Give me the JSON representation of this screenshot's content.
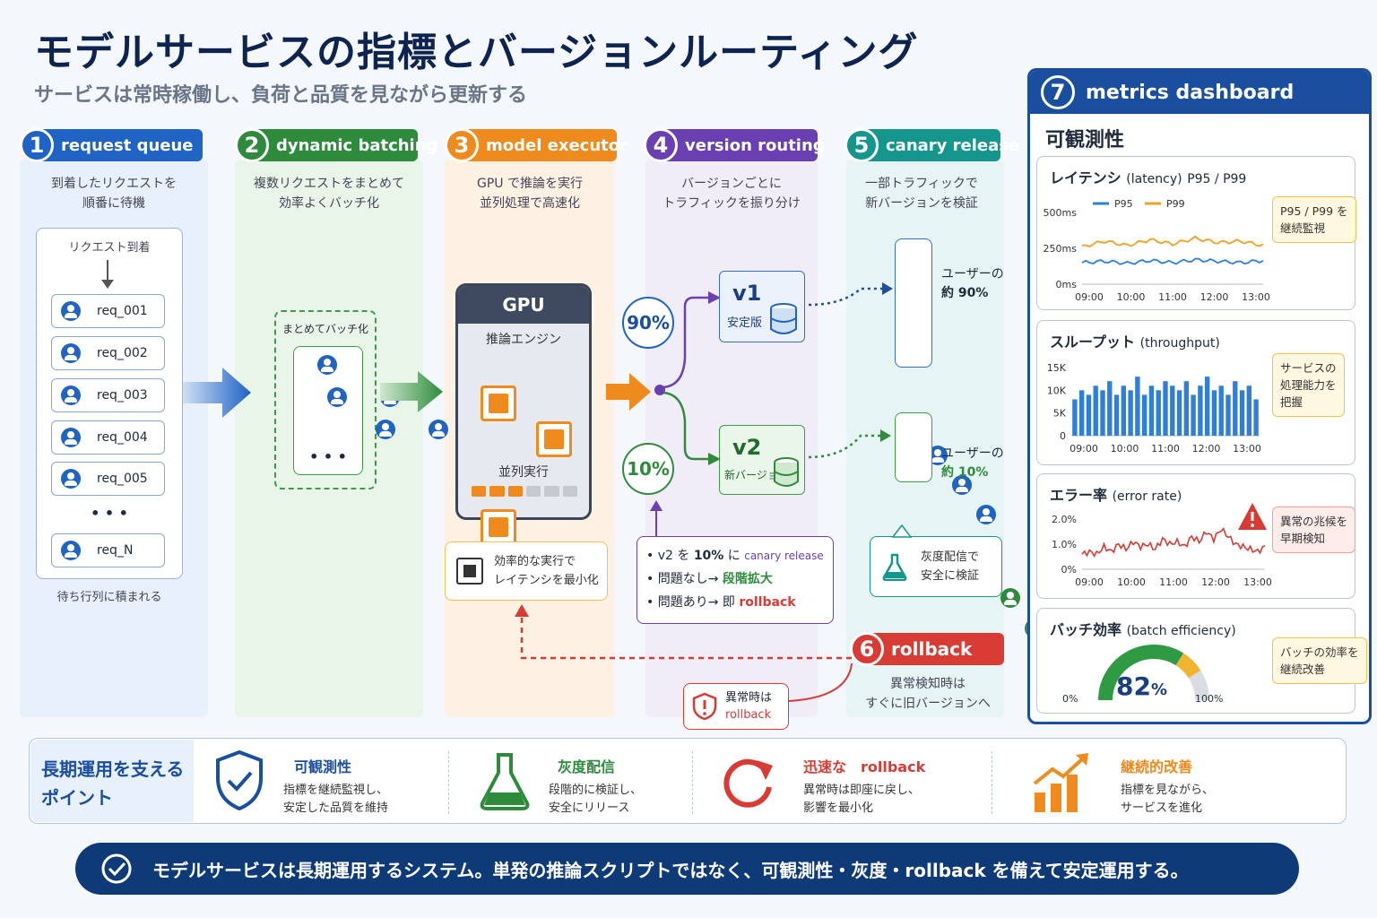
{
  "title": "モデルサービスの指標とバージョンルーティング",
  "subtitle": "サービスは常時稼働し、負荷と品質を見ながら更新する",
  "colors": {
    "blue": "#1f63c4",
    "green": "#2e8b3c",
    "orange": "#ef8a1c",
    "purple": "#6a3fb2",
    "teal": "#14968c",
    "red": "#d83a34",
    "navy": "#1a4fa0"
  },
  "steps": [
    {
      "num": "1",
      "label": "request queue",
      "desc": [
        "到着したリクエストを",
        "順番に待機"
      ]
    },
    {
      "num": "2",
      "label": "dynamic batching",
      "desc": [
        "複数リクエストをまとめて",
        "効率よくバッチ化"
      ]
    },
    {
      "num": "3",
      "label": "model executor",
      "desc": [
        "GPU で推論を実行",
        "並列処理で高速化"
      ]
    },
    {
      "num": "4",
      "label": "version routing",
      "desc": [
        "バージョンごとに",
        "トラフィックを振り分け"
      ]
    },
    {
      "num": "5",
      "label": "canary release",
      "desc": [
        "一部トラフィックで",
        "新バージョンを検証"
      ]
    }
  ],
  "queue": {
    "arrival": "リクエスト到着",
    "items": [
      "req_001",
      "req_002",
      "req_003",
      "req_004",
      "req_005"
    ],
    "ellipsis": "• • •",
    "last": "req_N",
    "footer": "待ち行列に積まれる"
  },
  "batch": {
    "label": "まとめてバッチ化",
    "dots": "• • •"
  },
  "gpu": {
    "title": "GPU",
    "engine": "推論エンジン",
    "parallel": "並列実行",
    "note": [
      "効率的な実行で",
      "レイテンシを最小化"
    ]
  },
  "routing": {
    "p90": "90%",
    "p10": "10%",
    "v1": {
      "name": "v1",
      "sub": "安定版"
    },
    "v2": {
      "name": "v2",
      "sub": "新バージョン"
    },
    "bullets": [
      {
        "a": "v2 を ",
        "b": "10%",
        "c": " に ",
        "d": "canary release"
      },
      {
        "a": "問題なし→ ",
        "b": "段階拡大"
      },
      {
        "a": "問題あり→ 即 ",
        "b": "rollback"
      }
    ]
  },
  "canary": {
    "users90": [
      "ユーザーの",
      "約 90%"
    ],
    "users10": [
      "ユーザーの",
      "約 10%"
    ],
    "note": [
      "灰度配信で",
      "安全に検証"
    ]
  },
  "rollback": {
    "num": "6",
    "label": "rollback",
    "desc": [
      "異常検知時は",
      "すぐに旧バージョンへ"
    ],
    "alert": [
      "異常時は",
      "rollback"
    ]
  },
  "dashboard": {
    "num": "7",
    "label": "metrics dashboard",
    "section": "可観測性",
    "latency": {
      "title": "レイテンシ",
      "en": "(latency)",
      "extra": "P95 / P99",
      "legend": [
        "P95",
        "P99"
      ],
      "yticks": [
        "500ms",
        "250ms",
        "0ms"
      ],
      "note": [
        "P95 / P99 を",
        "継続監視"
      ]
    },
    "throughput": {
      "title": "スループット",
      "en": "(throughput)",
      "yticks": [
        "15K",
        "10K",
        "5K",
        "0"
      ],
      "note": [
        "サービスの",
        "処理能力を",
        "把握"
      ]
    },
    "error": {
      "title": "エラー率",
      "en": "(error rate)",
      "yticks": [
        "2.0%",
        "1.0%",
        "0%"
      ],
      "note": [
        "異常の兆候を",
        "早期検知"
      ]
    },
    "batch": {
      "title": "バッチ効率",
      "en": "(batch efficiency)",
      "value": "82",
      "unit": "%",
      "min": "0%",
      "max": "100%",
      "note": [
        "バッチの効率を",
        "継続改善"
      ]
    },
    "xticks": [
      "09:00",
      "10:00",
      "11:00",
      "12:00",
      "13:00"
    ]
  },
  "chart_data": [
    {
      "type": "line",
      "title": "レイテンシ (latency) P95 / P99",
      "x": [
        "09:00",
        "09:30",
        "10:00",
        "10:30",
        "11:00",
        "11:30",
        "12:00",
        "12:30",
        "13:00"
      ],
      "series": [
        {
          "name": "P95",
          "values": [
            150,
            160,
            145,
            165,
            150,
            170,
            160,
            150,
            165
          ]
        },
        {
          "name": "P99",
          "values": [
            260,
            300,
            270,
            310,
            280,
            320,
            290,
            300,
            270
          ]
        }
      ],
      "ylim": [
        0,
        500
      ]
    },
    {
      "type": "bar",
      "title": "スループット (throughput)",
      "values": [
        8,
        10,
        9,
        11,
        10,
        12,
        9,
        11,
        10,
        13,
        9,
        11,
        10,
        12,
        11,
        10,
        12,
        9,
        11,
        13,
        10,
        11,
        9,
        12,
        10,
        11,
        8
      ],
      "ylim": [
        0,
        15
      ]
    },
    {
      "type": "line",
      "title": "エラー率 (error rate)",
      "series": [
        {
          "name": "error",
          "values": [
            0.6,
            0.7,
            0.6,
            0.9,
            0.7,
            1.0,
            0.8,
            1.1,
            0.9,
            1.0,
            0.8,
            1.2,
            1.0,
            1.1,
            0.9,
            1.3,
            1.1,
            1.5,
            1.2,
            1.6,
            1.3,
            1.0,
            0.9,
            0.8,
            0.7,
            0.9
          ]
        }
      ],
      "ylim": [
        0,
        2.0
      ]
    },
    {
      "type": "gauge",
      "title": "バッチ効率 (batch efficiency)",
      "value": 82,
      "range": [
        0,
        100
      ]
    }
  ],
  "bottom": {
    "title": [
      "長期運用を支える",
      "ポイント"
    ],
    "items": [
      {
        "title": "可観測性",
        "desc": [
          "指標を継続監視し、",
          "安定した品質を維持"
        ],
        "color": "#1a4fa0"
      },
      {
        "title": "灰度配信",
        "desc": [
          "段階的に検証し、",
          "安全にリリース"
        ],
        "color": "#2e8b3c"
      },
      {
        "title": "迅速な　rollback",
        "desc": [
          "異常時は即座に戻し、",
          "影響を最小化"
        ],
        "color": "#d83a34"
      },
      {
        "title": "継続的改善",
        "desc": [
          "指標を見ながら、",
          "サービスを進化"
        ],
        "color": "#ef8a1c"
      }
    ]
  },
  "banner": "モデルサービスは長期運用するシステム。単発の推論スクリプトではなく、可観測性・灰度・rollback を備えて安定運用する。"
}
